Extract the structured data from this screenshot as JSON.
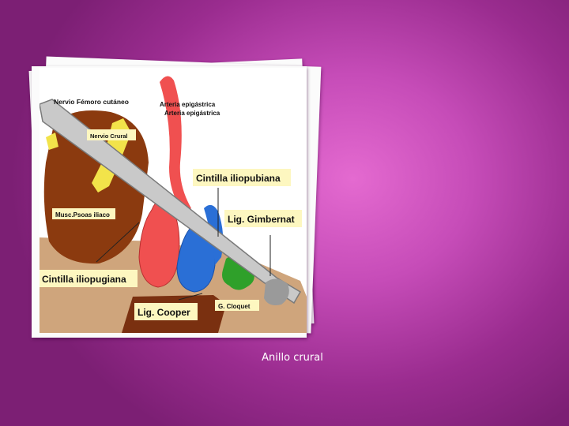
{
  "slide": {
    "caption": "Anillo crural"
  },
  "diagram": {
    "labels": {
      "nervio_femoro": "Nervio Fémoro cutáneo",
      "arteria_1": "Arteria epigástrica",
      "arteria_2": "Arteria epigástrica",
      "nervio_crural": "Nervio Crural",
      "cintilla_iliopubiana": "Cintilla iliopubiana",
      "lig_gimbernat": "Lig. Gimbernat",
      "musc_psoas": "Musc.Psoas iliaco",
      "cintilla_iliopugiana": "Cintilla iliopugiana",
      "lig_cooper": "Lig. Cooper",
      "g_cloquet": "G. Cloquet"
    },
    "colors": {
      "psoas": "#8b3a0f",
      "nerve": "#f2e34a",
      "artery": "#f05050",
      "vein": "#2a6fd6",
      "node": "#2fa02a",
      "band": "#c9c9c9",
      "label_bg": "#fdf7c0",
      "floor": "#c9a27a"
    }
  }
}
